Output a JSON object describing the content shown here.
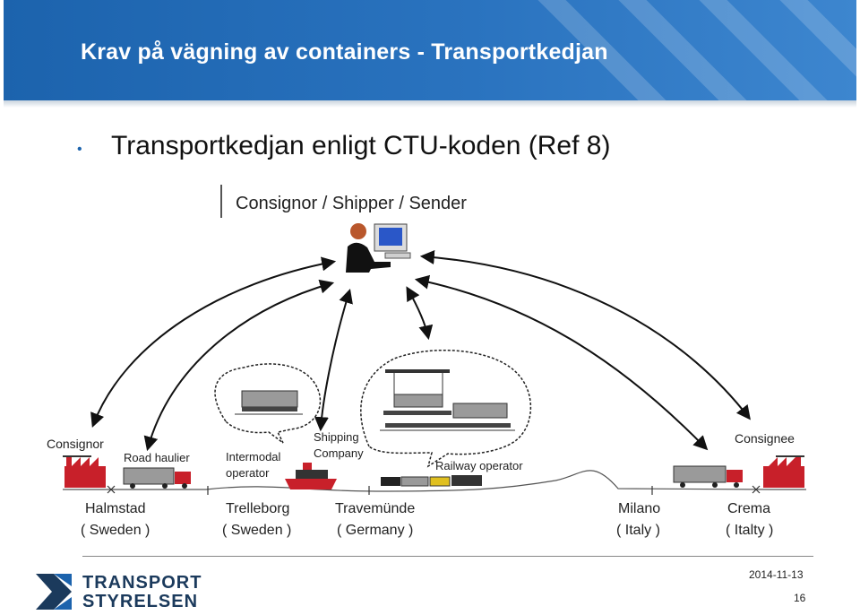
{
  "header": {
    "title": "Krav på vägning av containers - Transportkedjan"
  },
  "content": {
    "bullet_text": "Transportkedjan enligt CTU-koden (Ref 8)"
  },
  "diagram": {
    "top_label": "Consignor / Shipper / Sender",
    "actors": {
      "consignor": "Consignor",
      "road_haulier": "Road haulier",
      "intermodal_operator_line1": "Intermodal",
      "intermodal_operator_line2": "operator",
      "shipping_company_line1": "Shipping",
      "shipping_company_line2": "Company",
      "railway_operator": "Railway operator",
      "consignee": "Consignee"
    },
    "places": [
      {
        "city": "Halmstad",
        "country": "( Sweden )"
      },
      {
        "city": "Trelleborg",
        "country": "( Sweden )"
      },
      {
        "city": "Travemünde",
        "country": "( Germany )"
      },
      {
        "city": "Milano",
        "country": "( Italy )"
      },
      {
        "city": "Crema",
        "country": "( Italty )"
      }
    ]
  },
  "footer": {
    "logo_line1": "TRANSPORT",
    "logo_line2": "STYRELSEN",
    "date": "2014-11-13",
    "page_number": "16"
  },
  "colors": {
    "header_blue": "#1c63ad",
    "logo_navy": "#1b3a5c",
    "truck_red": "#c8202a"
  }
}
